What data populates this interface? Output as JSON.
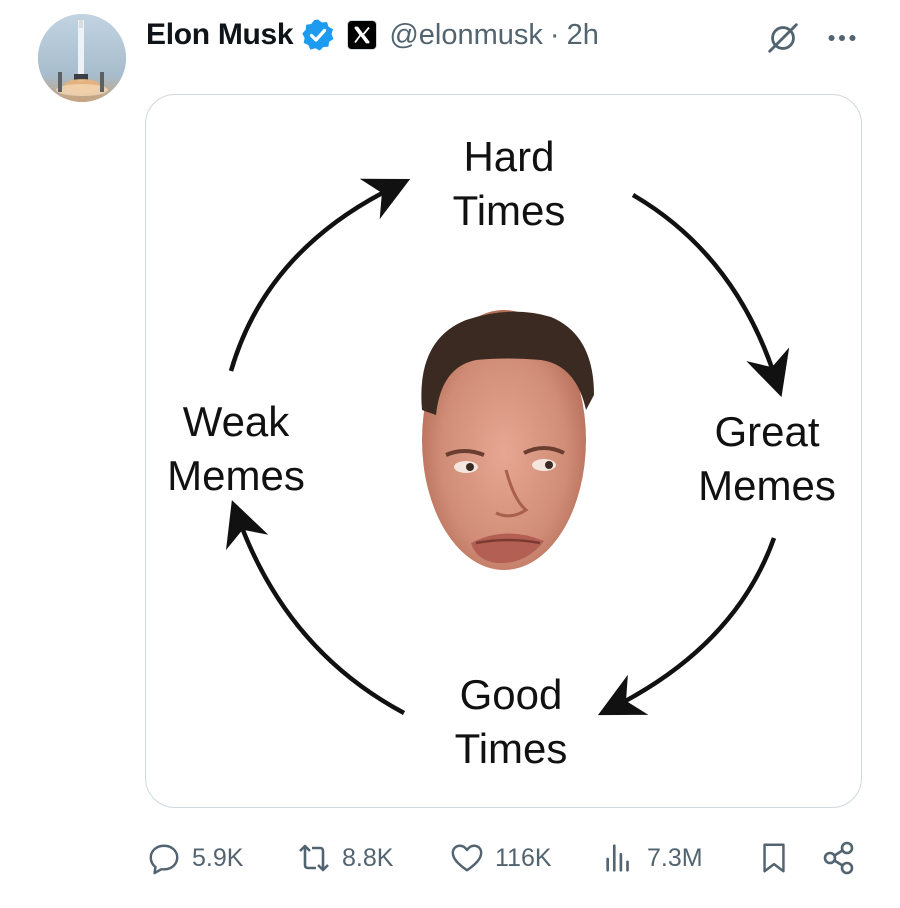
{
  "post": {
    "author_name": "Elon Musk",
    "handle": "@elonmusk",
    "separator": "·",
    "time": "2h",
    "icons": {
      "avatar": "rocket-launch-avatar",
      "verified": "verified-badge-icon",
      "affiliation": "x-logo-badge",
      "grok": "grok-icon",
      "more": "more-dots-icon"
    }
  },
  "image": {
    "cycle": {
      "top": [
        "Hard",
        "Times"
      ],
      "right": [
        "Great",
        "Memes"
      ],
      "bottom": [
        "Good",
        "Times"
      ],
      "left": [
        "Weak",
        "Memes"
      ]
    },
    "center": "face-photo"
  },
  "actions": {
    "replies": "5.9K",
    "reposts": "8.8K",
    "likes": "116K",
    "views": "7.3M"
  },
  "colors": {
    "text_primary": "#0f1419",
    "text_secondary": "#536471",
    "verified_blue": "#1d9bf0",
    "border": "#cfd9de"
  }
}
